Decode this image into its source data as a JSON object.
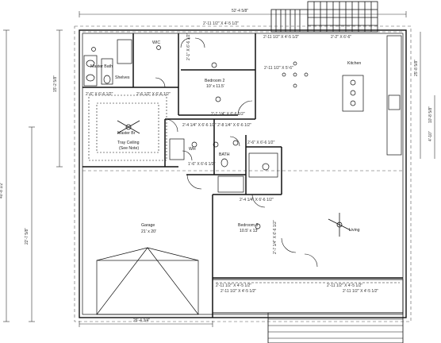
{
  "rooms": {
    "master_bath": "Master Bath",
    "wic": "WIC",
    "shelves": "Shelves",
    "bedroom2": "Bedroom 2",
    "bedroom2_size": "10' x 11.5'",
    "kitchen": "Kitchen",
    "tray_ceiling": "Tray Ceiling",
    "tray_ceiling_note": "(See Note)",
    "master_br": "Master Br",
    "wh": "WH",
    "bath": "BATH",
    "garage": "Garage",
    "garage_size": "21' x 20'",
    "bedroom3": "Bedroom 3",
    "bedroom3_size": "10.5' x 13'",
    "living": "Living"
  },
  "dimensions": {
    "top_overall": "52'-4 5/8\"",
    "top_inner": "2'-11 1/2\" X 4'-5 1/2\"",
    "top_left": "2'-11 1/2\" X 4'-5 1/2\"",
    "top_right": "2'-2\" X 6'-6\"",
    "kitchen_window": "2'-11 1/2\" X 5'-6\"",
    "bed2_window": "2'-1\" X 6'-6 1/2\"",
    "mbath_window": "2'-6\" X 6'-6 1/2\"",
    "tray_left": "2'-5 1/2\" X 6'-6 1/2\"",
    "tray_right": "2'-6 1/2\" X 6'-6 1/2\"",
    "hall_door": "2'-7 1/4\" X 6'-6 1/2\"",
    "hall_doors_row": "2'-4 1/4\" X 6'-6 1/2\" 2'-8 1/4\" X 6'-6 1/2\"",
    "wh_door": "1'-6\" X 6'-6 1/2\"",
    "bath_door": "2'-6\" X 6'-6 1/2\"",
    "bath_door2": "2'-4\" X 6'-6 1/2\"",
    "bed3_door": "2'-4 1/4\" X 6'-6 1/2\"",
    "bed3_closet": "2'-7 1/4\" X 6'-6 1/2\"",
    "bed3_side": "2'-7 1/4\" X 6'-6 1/2\"",
    "porch_1": "2'-11 1/2\" X 4'-5 1/2\"",
    "porch_2": "2'-11 1/2\" X 4'-5 1/2\"",
    "porch_3": "2'-11 1/2\" X 4'-5 1/2\"",
    "porch_4": "2'-11 1/2\" X 4'-5 1/2\"",
    "left_overall": "40'-8 1/2\"",
    "left_lower": "22'-7 5/8\"",
    "left_upper": "15'-2 5/8\"",
    "right_upper": "25'-8 5/8\"",
    "right_mid": "10'-8 5/8\"",
    "right_small": "4'-10\"",
    "bottom_overall": "26'-4 3/4\""
  },
  "colors": {
    "line": "#111111",
    "dash": "#555555",
    "bg": "#ffffff"
  }
}
